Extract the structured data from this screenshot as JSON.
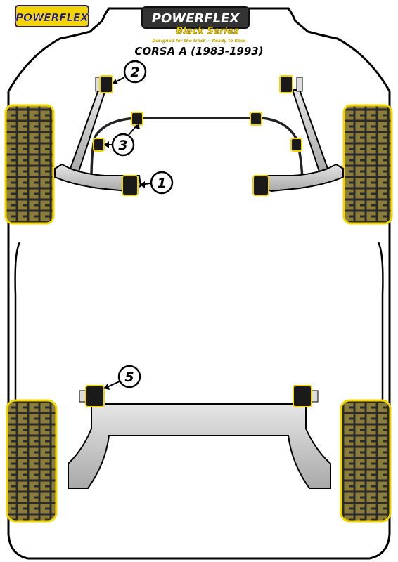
{
  "brand": {
    "corner_logo": "POWERFLEX",
    "main_logo": "POWERFLEX",
    "series": "Black Series",
    "tagline": "Designed for the track ~ Ready to Race"
  },
  "title": "CORSA A (1983-1993)",
  "callouts": [
    {
      "id": "1",
      "label": "1"
    },
    {
      "id": "2",
      "label": "2"
    },
    {
      "id": "3",
      "label": "3"
    },
    {
      "id": "5",
      "label": "5"
    }
  ],
  "colors": {
    "tyre": "#8a7d3a",
    "tyre_tread": "#2a2a2a",
    "tyre_outline": "#f2d400",
    "bush": "#1a1a1a",
    "bush_highlight": "#f2d400",
    "metal": "#cfcfcf",
    "metal_dark": "#8c8c8c",
    "body_outline": "#000000",
    "logo_yellow": "#f2d400",
    "logo_purple": "#2b1a5c"
  }
}
